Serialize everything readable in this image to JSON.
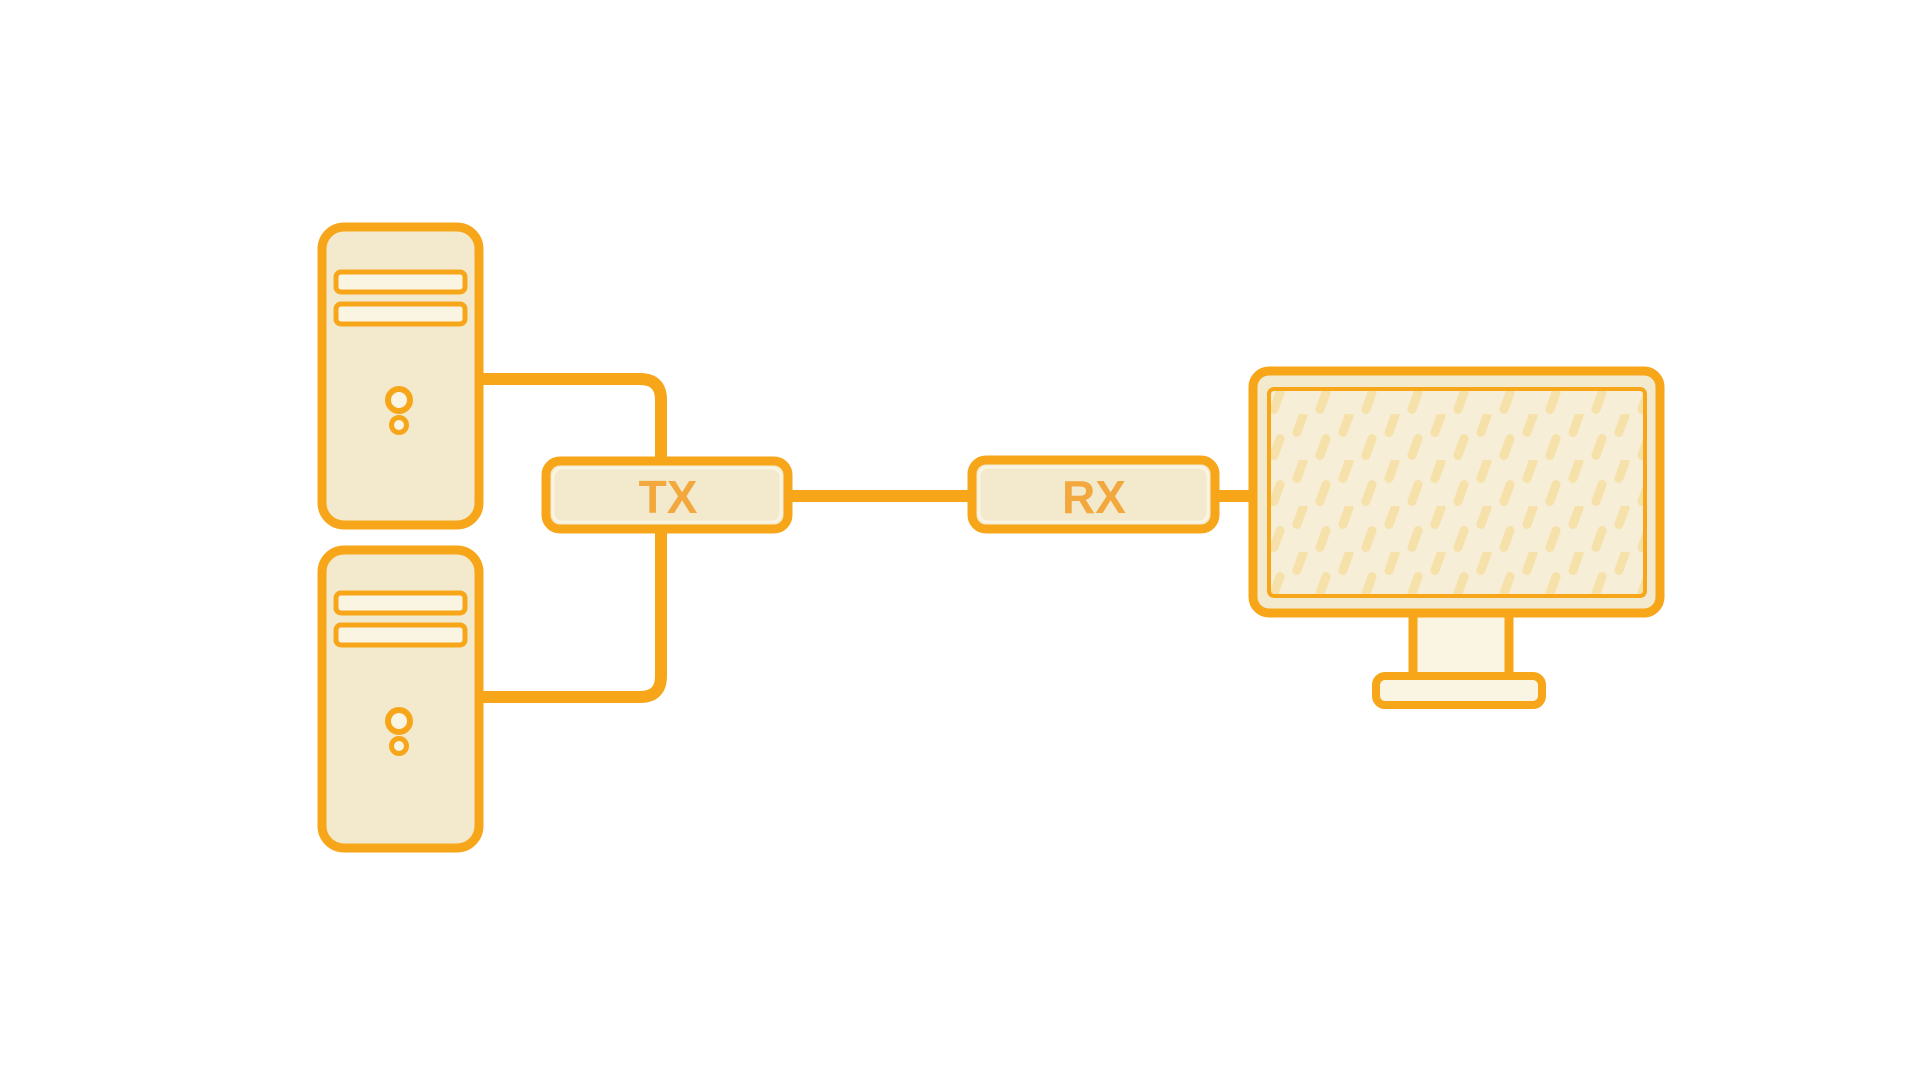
{
  "colors": {
    "accent": "#F7A61A",
    "node_fill": "#F3EACD",
    "light_fill": "#FAF4E3",
    "label_text": "#F2A83C",
    "screen_base": "#F6EED6",
    "screen_hatch": "#F7DFA2",
    "background": "#FFFFFF"
  },
  "diagram": {
    "tx_label": "TX",
    "rx_label": "RX",
    "nodes": [
      {
        "name": "computer-tower-1",
        "icon": "computer-tower-icon",
        "label": ""
      },
      {
        "name": "computer-tower-2",
        "icon": "computer-tower-icon",
        "label": ""
      },
      {
        "name": "tx-unit",
        "label": "TX"
      },
      {
        "name": "rx-unit",
        "label": "RX"
      },
      {
        "name": "monitor",
        "icon": "monitor-icon",
        "label": ""
      }
    ],
    "edges": [
      {
        "from": "computer-tower-1",
        "to": "tx-unit"
      },
      {
        "from": "computer-tower-2",
        "to": "tx-unit"
      },
      {
        "from": "tx-unit",
        "to": "rx-unit"
      },
      {
        "from": "rx-unit",
        "to": "monitor"
      }
    ]
  }
}
